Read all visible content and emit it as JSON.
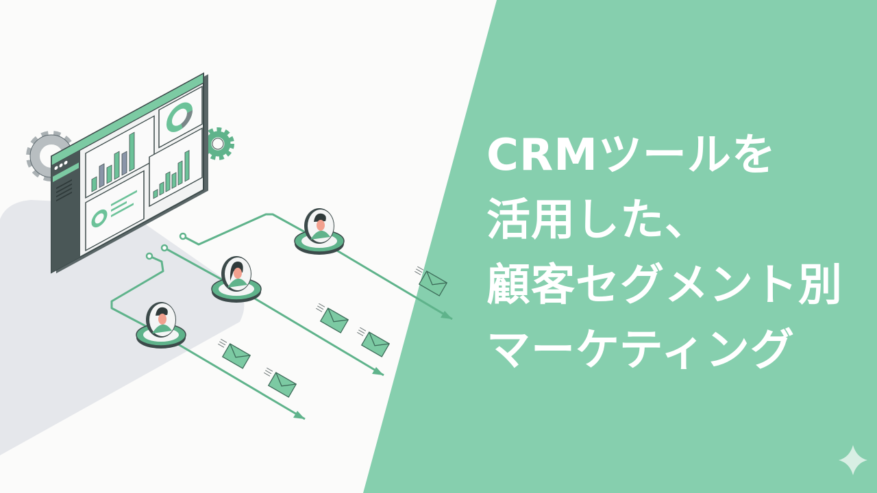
{
  "title": {
    "lines": [
      "CRMツールを",
      "活用した、",
      "顧客セグメント別",
      "マーケティング"
    ]
  },
  "colors": {
    "accent_green": "#86cfae",
    "illustration_green": "#5fb38b",
    "dark_outline": "#3c4a4a",
    "background": "#fbfbfa",
    "shadow_gray": "#e4e6ea"
  },
  "icons": [
    "dashboard-monitor",
    "gear-icon",
    "person-avatar",
    "envelope-icon",
    "arrow",
    "sparkle-icon"
  ]
}
